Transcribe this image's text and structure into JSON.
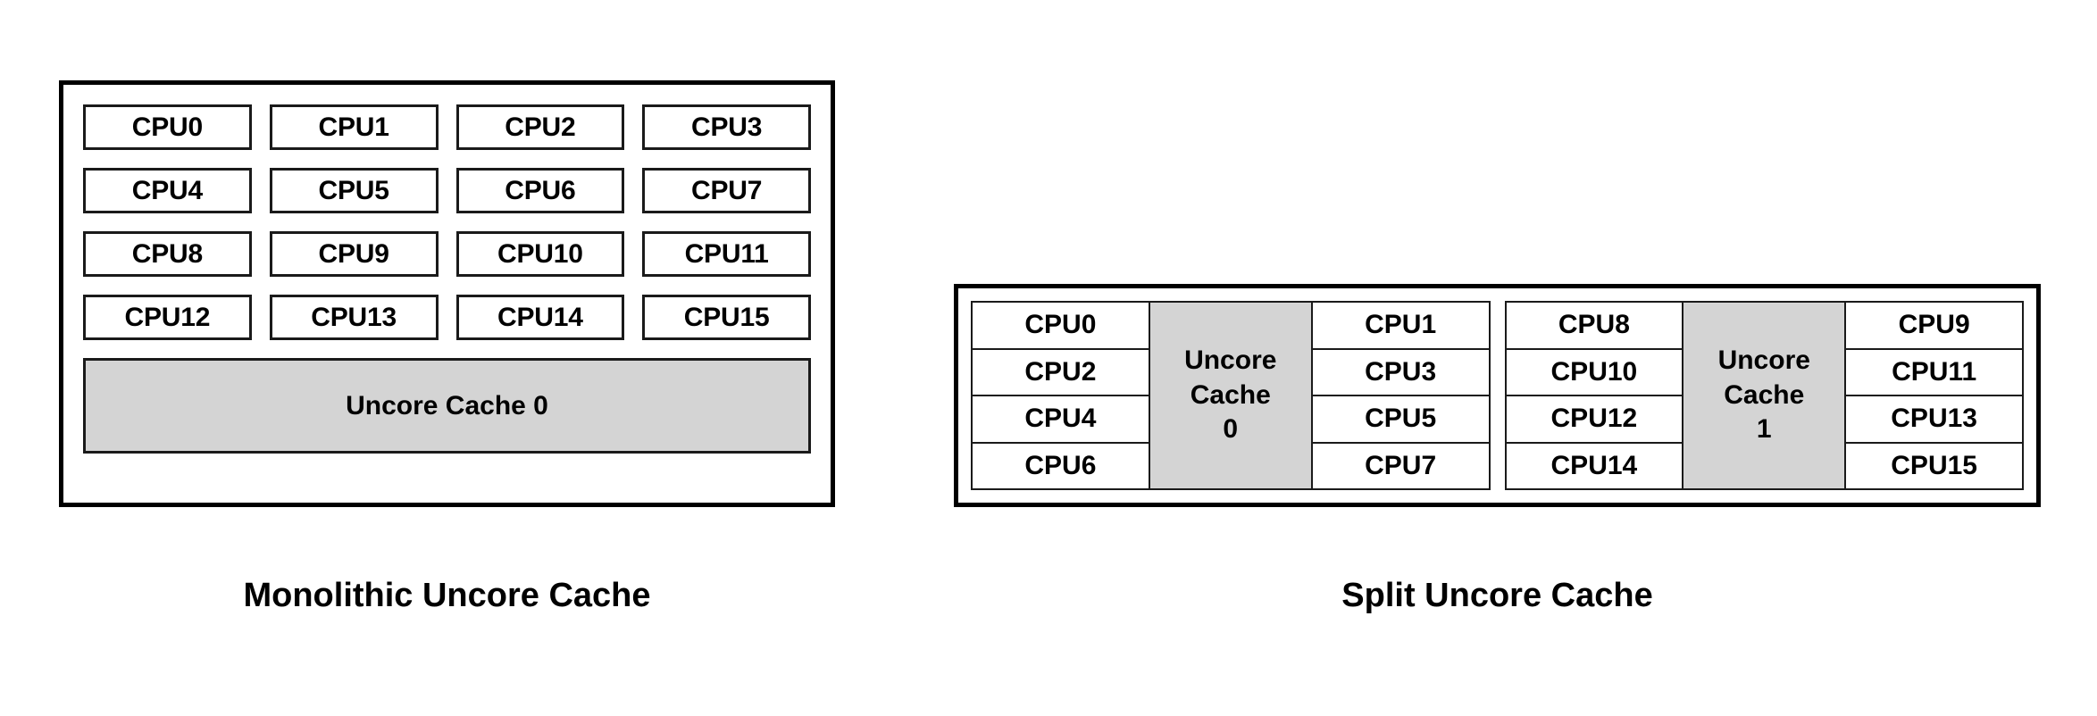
{
  "figures": [
    {
      "id": "monolithic",
      "caption": "Monolithic Uncore Cache",
      "cpus": [
        "CPU0",
        "CPU1",
        "CPU2",
        "CPU3",
        "CPU4",
        "CPU5",
        "CPU6",
        "CPU7",
        "CPU8",
        "CPU9",
        "CPU10",
        "CPU11",
        "CPU12",
        "CPU13",
        "CPU14",
        "CPU15"
      ],
      "uncore_label": "Uncore Cache 0"
    },
    {
      "id": "split",
      "caption": "Split Uncore Cache",
      "clusters": [
        {
          "left_cpus": [
            "CPU0",
            "CPU2",
            "CPU4",
            "CPU6"
          ],
          "uncore_label": "Uncore\nCache\n0",
          "right_cpus": [
            "CPU1",
            "CPU3",
            "CPU5",
            "CPU7"
          ]
        },
        {
          "left_cpus": [
            "CPU8",
            "CPU10",
            "CPU12",
            "CPU14"
          ],
          "uncore_label": "Uncore\nCache\n1",
          "right_cpus": [
            "CPU9",
            "CPU11",
            "CPU13",
            "CPU15"
          ]
        }
      ]
    }
  ],
  "colors": {
    "background": "#ffffff",
    "outline": "#000000",
    "box_outline": "#1a1a1a",
    "uncore_fill": "#d4d4d4",
    "cpu_fill": "#ffffff",
    "text": "#000000"
  }
}
